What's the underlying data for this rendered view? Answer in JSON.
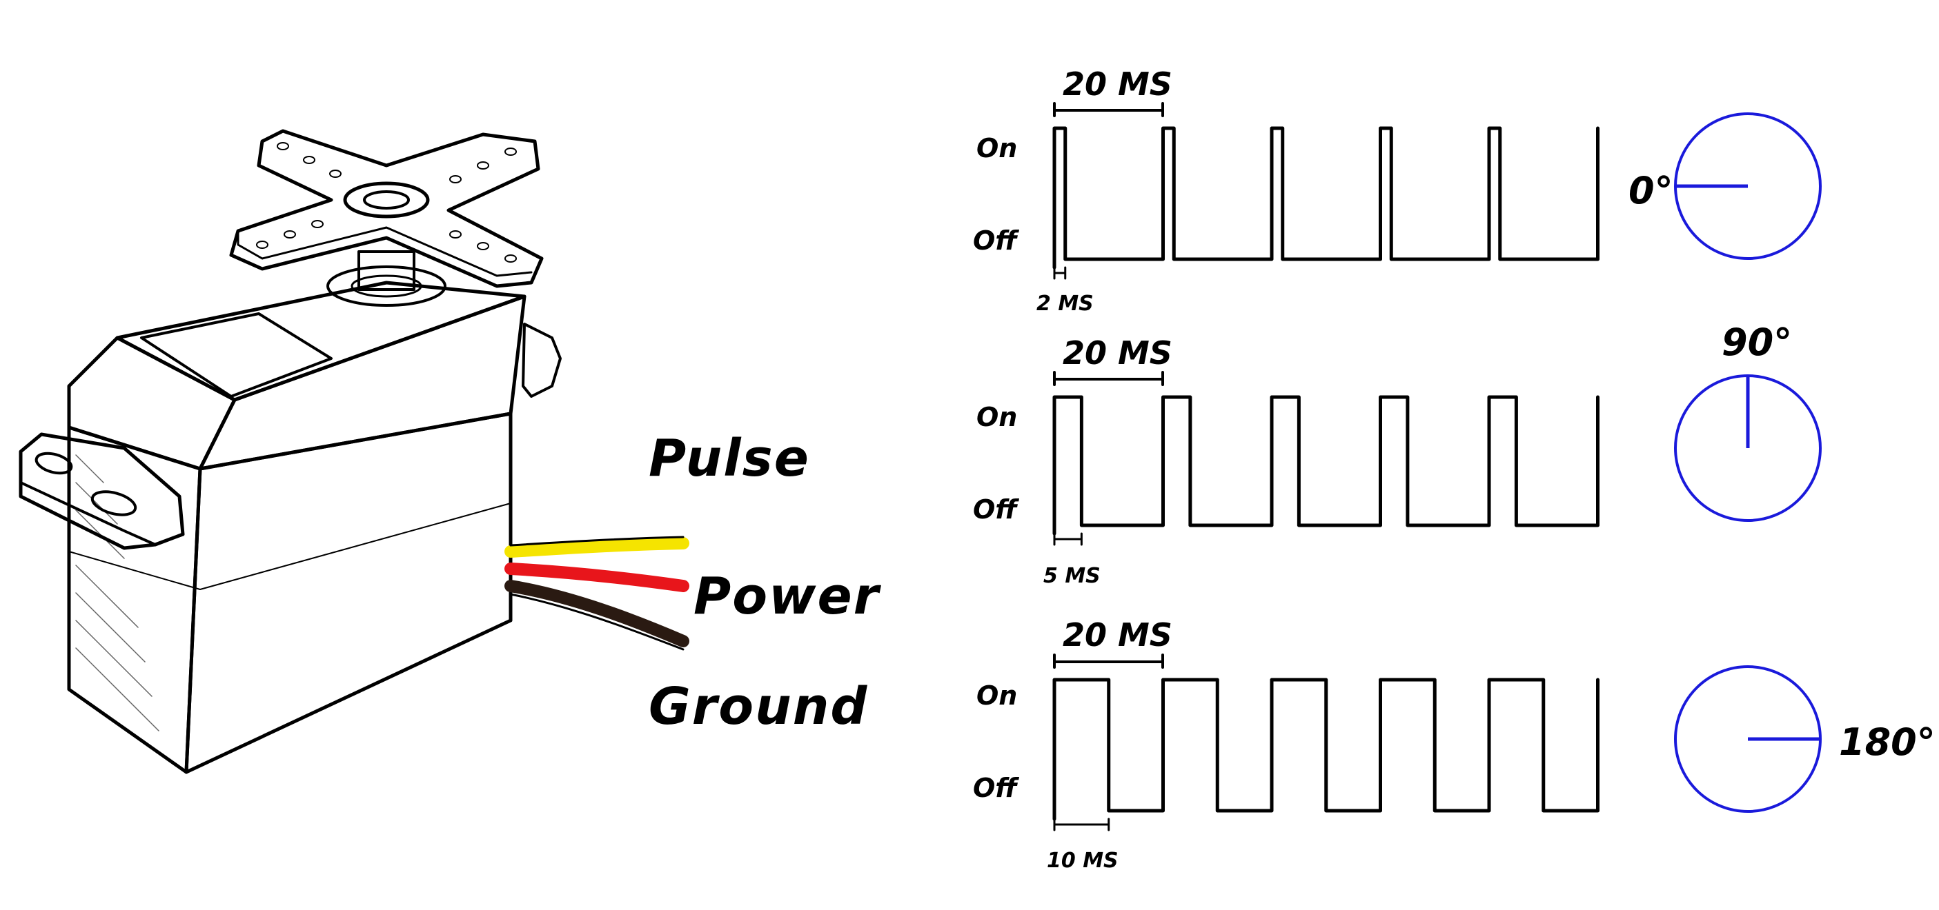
{
  "wires": [
    {
      "label": "Pulse",
      "color": "#f5e400"
    },
    {
      "label": "Power",
      "color": "#e8151b"
    },
    {
      "label": "Ground",
      "color": "#2a1a12"
    }
  ],
  "signals": [
    {
      "on_label": "On",
      "off_label": "Off",
      "period_label": "20 MS",
      "pulse_label": "2 MS",
      "pulse_ms": 2,
      "period_ms": 20,
      "angle": 0,
      "angle_label": "0°"
    },
    {
      "on_label": "On",
      "off_label": "Off",
      "period_label": "20 MS",
      "pulse_label": "5 MS",
      "pulse_ms": 5,
      "period_ms": 20,
      "angle": 90,
      "angle_label": "90°"
    },
    {
      "on_label": "On",
      "off_label": "Off",
      "period_label": "20 MS",
      "pulse_label": "10 MS",
      "pulse_ms": 10,
      "period_ms": 20,
      "angle": 180,
      "angle_label": "180°"
    }
  ],
  "colors": {
    "dial": "#1a1adb",
    "ink": "#000000",
    "body_shade": "#d8d8d8"
  }
}
